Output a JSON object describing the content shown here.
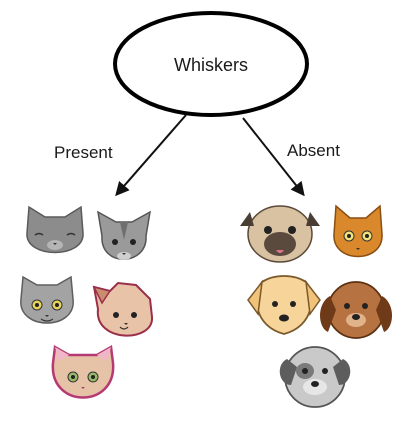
{
  "diagram": {
    "root": {
      "label": "Whiskers"
    },
    "branches": [
      {
        "label": "Present"
      },
      {
        "label": "Absent"
      }
    ]
  },
  "groups": {
    "present": [
      "gray-cat",
      "silver-cat",
      "gray-persian-cat",
      "tan-cat",
      "pink-cat"
    ],
    "absent": [
      "pug-dog",
      "orange-cat",
      "yellow-dog",
      "brown-dog",
      "gray-dog"
    ]
  }
}
